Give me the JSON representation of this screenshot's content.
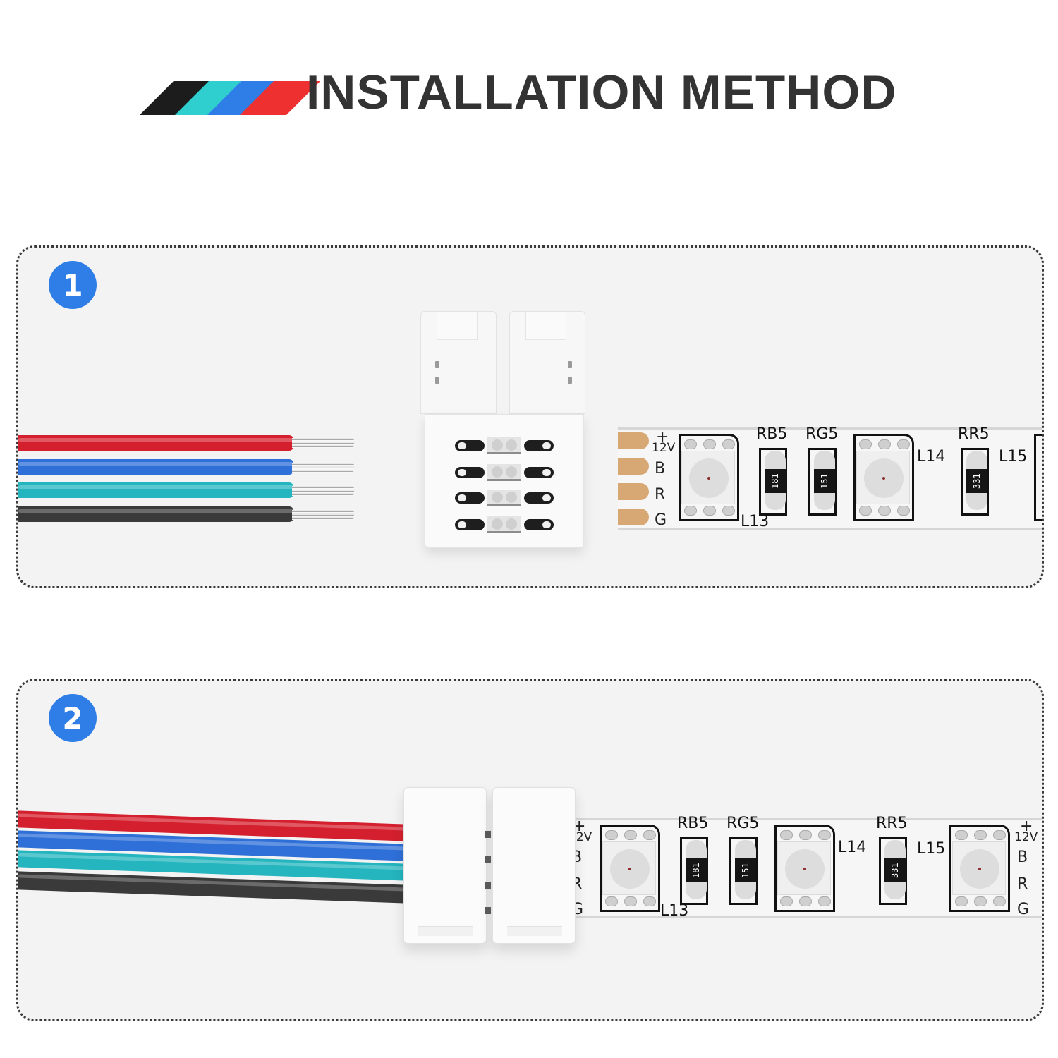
{
  "header": {
    "title": "INSTALLATION METHOD",
    "stripe_colors": [
      "#1c1c1c",
      "#2fcfd0",
      "#2f7ee8",
      "#ee3030"
    ],
    "title_color": "#333333"
  },
  "colors": {
    "badge": "#2f7ee8",
    "panel_bg": "#f3f3f3",
    "panel_border": "#3a3a3a",
    "copper": "#d7a873"
  },
  "wires": [
    {
      "name": "red",
      "color": "#d4202e"
    },
    {
      "name": "blue",
      "color": "#2e6fd8"
    },
    {
      "name": "teal",
      "color": "#24b5be"
    },
    {
      "name": "black",
      "color": "#3a3a3a"
    }
  ],
  "steps": [
    {
      "number": "1",
      "description_state": "wires stripped, connector open, LED strip end separate",
      "strip": {
        "pin_labels": {
          "plus": "+",
          "voltage": "12V",
          "b": "B",
          "r": "R",
          "g": "G"
        },
        "silkscreen": {
          "rb5": "RB5",
          "rg5": "RG5",
          "rr5": "RR5",
          "l13": "L13",
          "l14": "L14",
          "l15": "L15"
        },
        "resistors": {
          "r1": "181",
          "r2": "151",
          "r3": "331"
        }
      }
    },
    {
      "number": "2",
      "description_state": "wires inserted, connector closed onto LED strip",
      "strip": {
        "pin_labels": {
          "plus": "+",
          "voltage": "12V",
          "b": "B",
          "r": "R",
          "g": "G"
        },
        "pin_labels_end": {
          "plus": "+",
          "voltage": "12V",
          "b": "B",
          "r": "R",
          "g": "G"
        },
        "silkscreen": {
          "rb5": "RB5",
          "rg5": "RG5",
          "rr5": "RR5",
          "l13": "L13",
          "l14": "L14",
          "l15": "L15"
        },
        "resistors": {
          "r1": "181",
          "r2": "151",
          "r3": "331"
        }
      }
    }
  ]
}
